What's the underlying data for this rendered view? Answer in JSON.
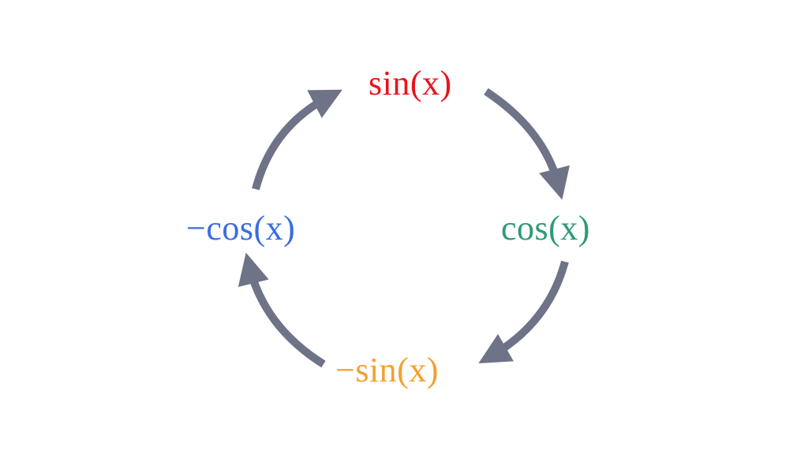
{
  "nodes": {
    "top": {
      "label": "sin(x)",
      "color": "#e8141c"
    },
    "right": {
      "label": "cos(x)",
      "color": "#2e9a75"
    },
    "bottom": {
      "label": "−sin(x)",
      "color": "#f2a12e"
    },
    "left": {
      "label": "−cos(x)",
      "color": "#3a6de0"
    }
  },
  "arrows": {
    "color": "#6f7387"
  }
}
